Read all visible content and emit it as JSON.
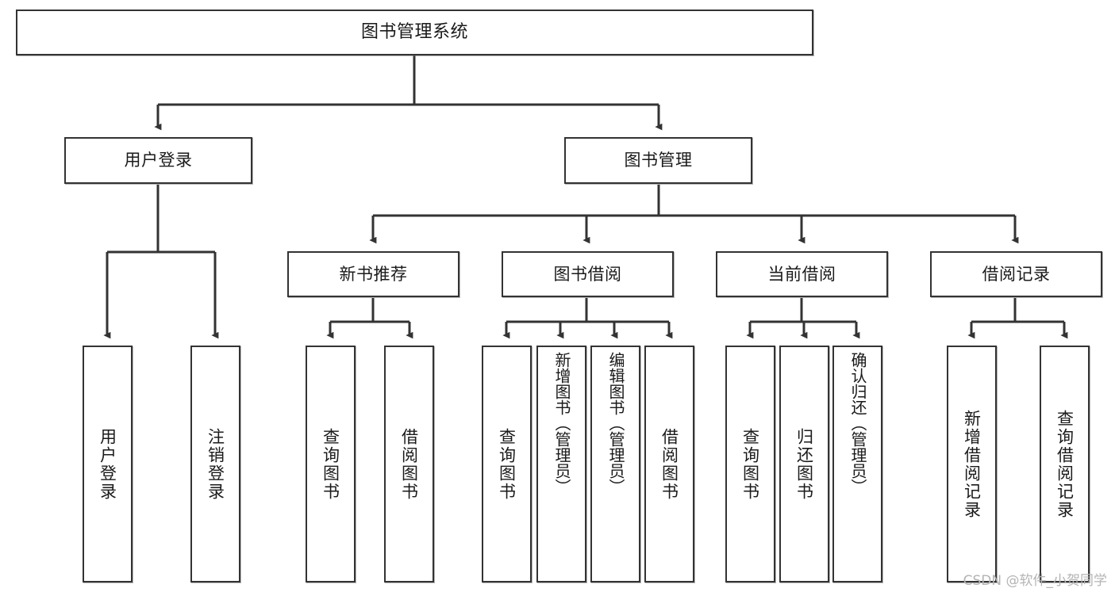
{
  "diagram": {
    "type": "tree-hierarchy",
    "title": "图书管理系统",
    "colors": {
      "box_border": "#333333",
      "box_fill": "#ffffff",
      "connector": "#333333",
      "watermark": "#b4b4b4",
      "background": "#ffffff"
    },
    "root": {
      "label": "图书管理系统"
    },
    "level2": [
      {
        "label": "用户登录"
      },
      {
        "label": "图书管理"
      }
    ],
    "level3": [
      {
        "label": "新书推荐"
      },
      {
        "label": "图书借阅"
      },
      {
        "label": "当前借阅"
      },
      {
        "label": "借阅记录"
      }
    ],
    "leaves": {
      "user_login": [
        {
          "label": "用户登录"
        },
        {
          "label": "注销登录"
        }
      ],
      "new_book_recommend": [
        {
          "label": "查询图书"
        },
        {
          "label": "借阅图书"
        }
      ],
      "book_borrow": [
        {
          "label": "查询图书"
        },
        {
          "label": "新增图书（管理员）"
        },
        {
          "label": "编辑图书（管理员）"
        },
        {
          "label": "借阅图书"
        }
      ],
      "current_borrow": [
        {
          "label": "查询图书"
        },
        {
          "label": "归还图书"
        },
        {
          "label": "确认归还（管理员）"
        }
      ],
      "borrow_record": [
        {
          "label": "新增借阅记录"
        },
        {
          "label": "查询借阅记录"
        }
      ]
    }
  },
  "watermark": {
    "text": "CSDN @软件_小贺同学"
  }
}
